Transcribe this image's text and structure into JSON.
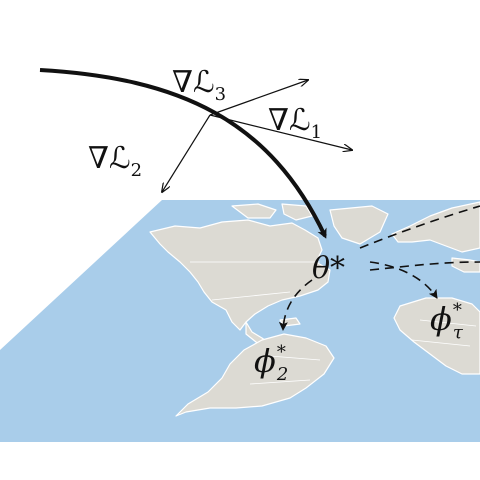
{
  "colors": {
    "ocean": "#a9cdea",
    "land": "#dcdad3",
    "land_border": "#ffffff",
    "ink": "#111111",
    "background": "#ffffff"
  },
  "labels": {
    "grad_L3": "∇ℒ",
    "grad_L3_sub": "3",
    "grad_L1": "∇ℒ",
    "grad_L1_sub": "1",
    "grad_L2": "∇ℒ",
    "grad_L2_sub": "2",
    "theta_star": "θ*",
    "phi2": "ϕ",
    "phi2_sub": "2",
    "phi2_sup": "*",
    "phitau": "ϕ",
    "phitau_sub": "τ",
    "phitau_sup": "*"
  }
}
